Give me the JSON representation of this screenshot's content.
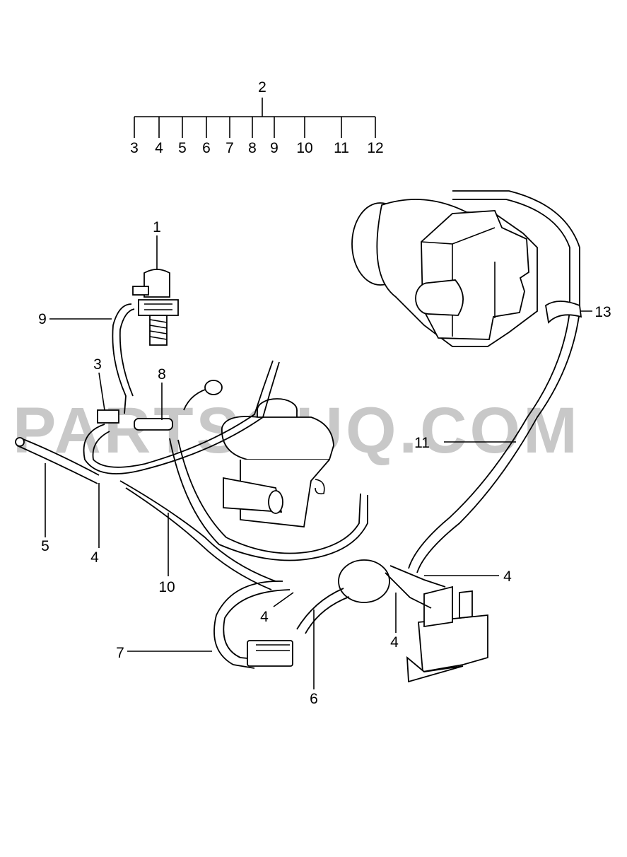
{
  "watermark": "PARTSOUQ.COM",
  "callouts": {
    "c1": "1",
    "c2": "2",
    "c2_sub": [
      "3",
      "4",
      "5",
      "6",
      "7",
      "8",
      "9",
      "10",
      "11",
      "12"
    ],
    "c3": "3",
    "c4a": "4",
    "c4b": "4",
    "c4c": "4",
    "c4d": "4",
    "c5": "5",
    "c6": "6",
    "c7": "7",
    "c8": "8",
    "c9": "9",
    "c10": "10",
    "c11": "11",
    "c13": "13"
  }
}
